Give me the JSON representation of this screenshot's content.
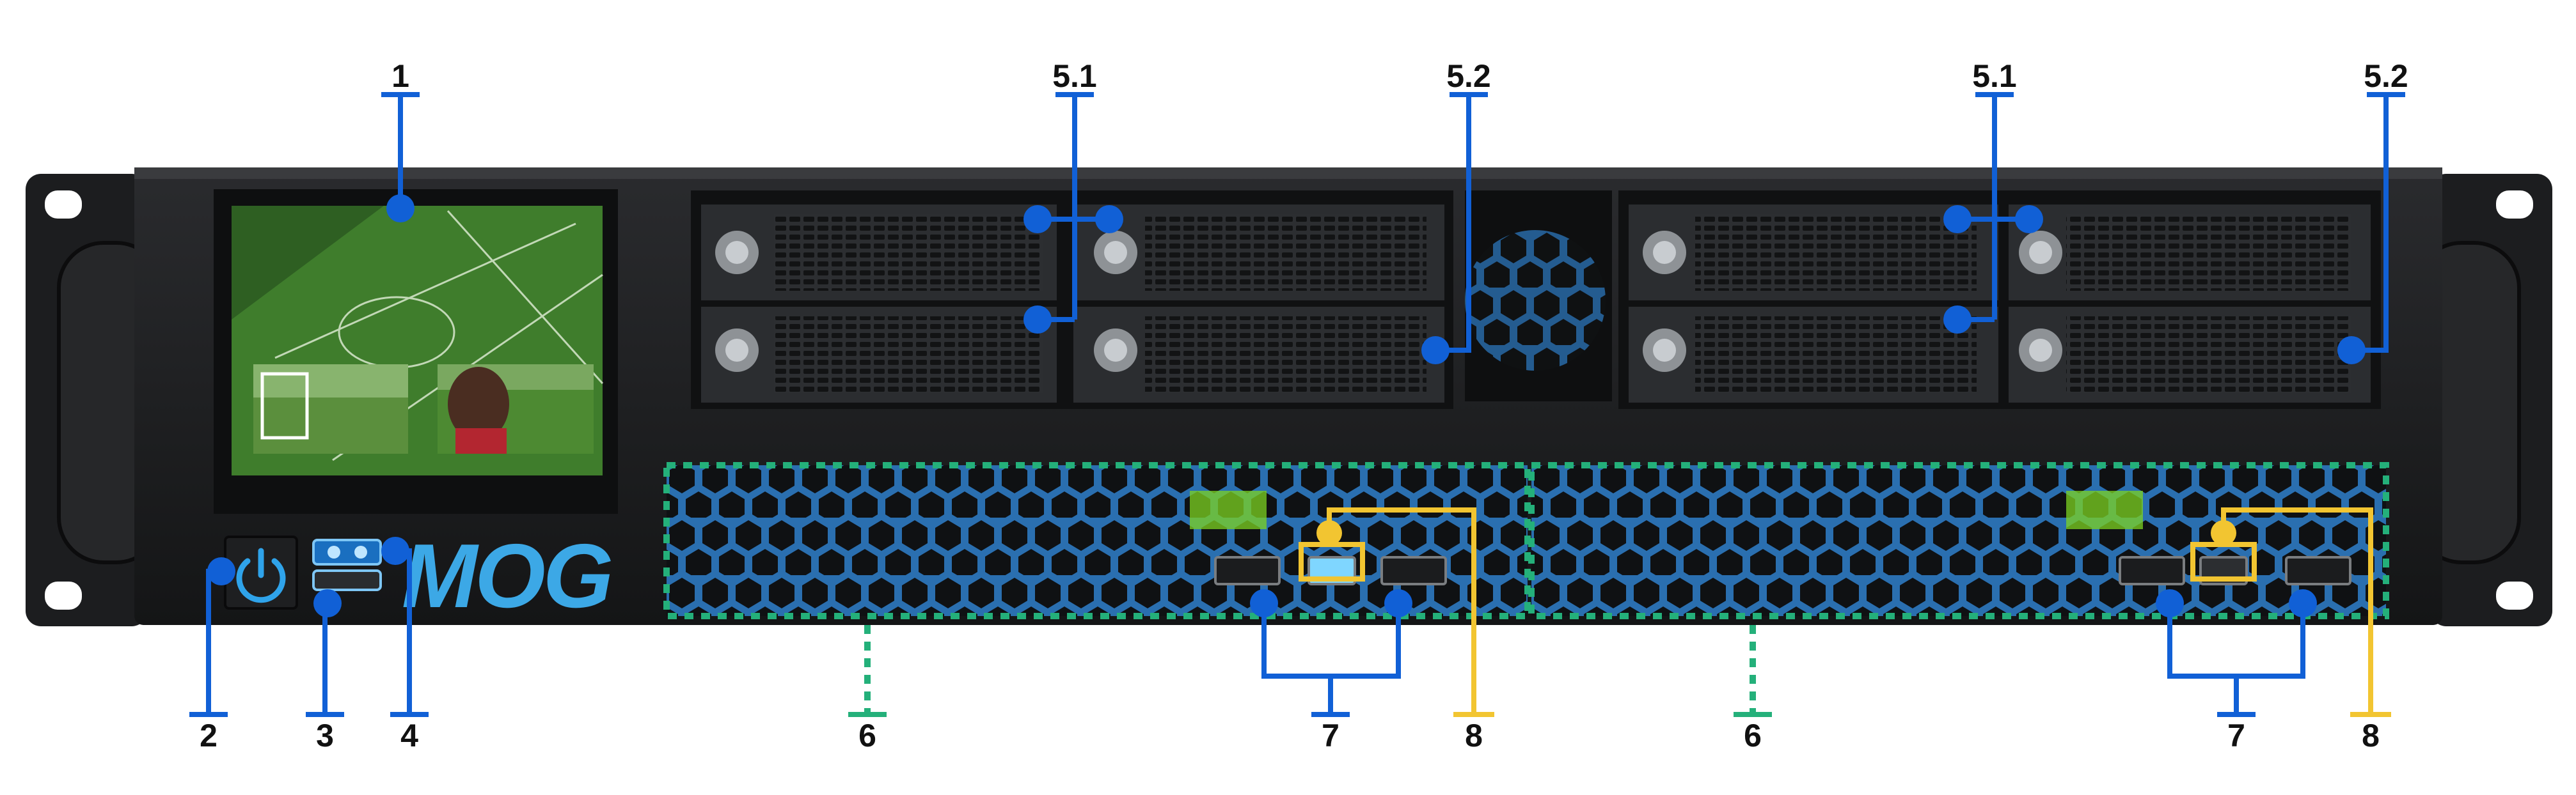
{
  "colors": {
    "callout_blue": "#1160d6",
    "callout_yellow": "#f2c531",
    "zone_green": "#24b07a",
    "chassis": "#1b1c1e",
    "logo_blue": "#3ca8e6",
    "grass": "#3f7d2c"
  },
  "logo": {
    "text": "MOG"
  },
  "callouts": [
    {
      "id": "screen",
      "label": "1"
    },
    {
      "id": "power",
      "label": "2"
    },
    {
      "id": "led-lower",
      "label": "3"
    },
    {
      "id": "led-upper",
      "label": "4"
    },
    {
      "id": "drives-left-5-1",
      "label": "5.1"
    },
    {
      "id": "drives-left-5-2",
      "label": "5.2"
    },
    {
      "id": "drives-right-5-1",
      "label": "5.1"
    },
    {
      "id": "drives-right-5-2",
      "label": "5.2"
    },
    {
      "id": "vent-left",
      "label": "6"
    },
    {
      "id": "vent-right",
      "label": "6"
    },
    {
      "id": "usb-left",
      "label": "7"
    },
    {
      "id": "usb-right",
      "label": "7"
    },
    {
      "id": "port-left",
      "label": "8"
    },
    {
      "id": "port-right",
      "label": "8"
    }
  ]
}
